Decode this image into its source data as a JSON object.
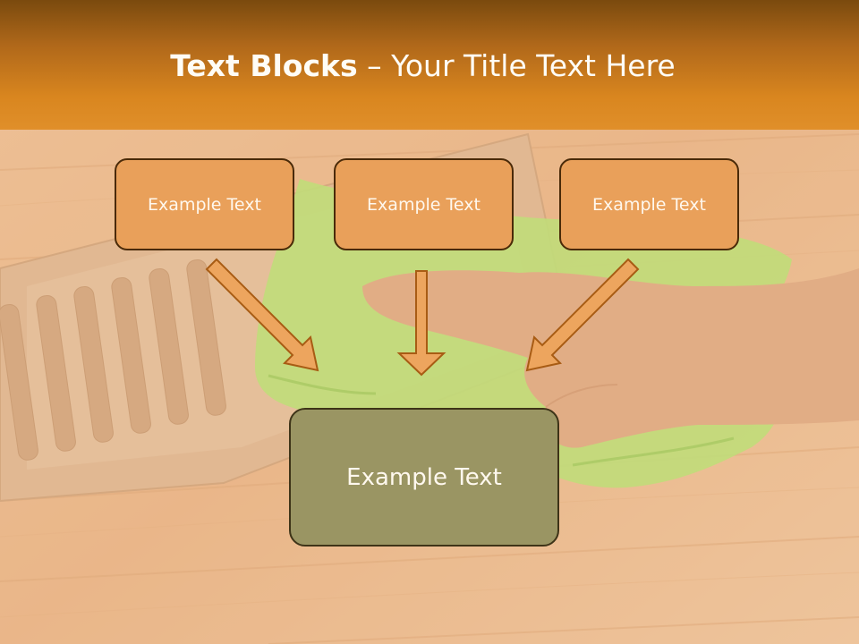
{
  "slide": {
    "title_bold": "Text Blocks",
    "title_rest": " – Your Title Text Here"
  },
  "blocks": [
    {
      "label": "Example Text"
    },
    {
      "label": "Example Text"
    },
    {
      "label": "Example Text"
    }
  ],
  "main_block": {
    "label": "Example Text"
  },
  "colors": {
    "header": "#d9861f",
    "block_fill": "#e9a05a",
    "main_block_fill": "#9a9563",
    "arrow_fill": "#eda55e",
    "arrow_stroke": "#a85c14"
  },
  "background": {
    "photo": "wood floor with air vent and hand wiping with green cloth"
  }
}
